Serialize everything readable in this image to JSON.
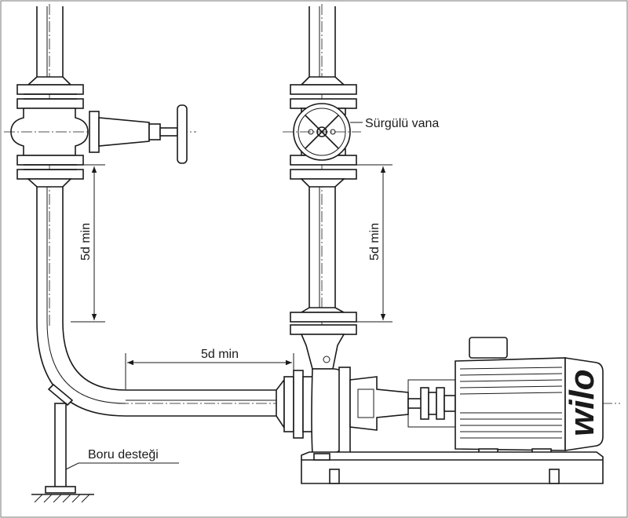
{
  "labels": {
    "gate_valve": "Sürgülü vana",
    "dim_left_vertical": "5d min",
    "dim_right_vertical": "5d min",
    "dim_horizontal": "5d min",
    "pipe_support": "Boru desteği"
  },
  "brand": {
    "logo_text": "wilo"
  }
}
